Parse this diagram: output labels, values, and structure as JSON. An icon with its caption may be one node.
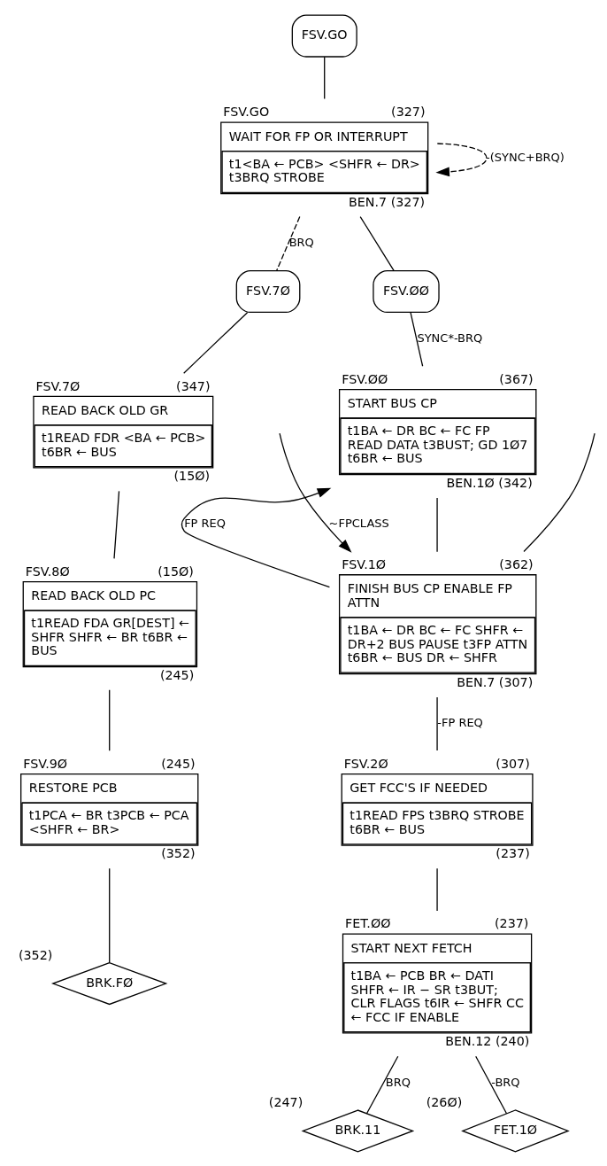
{
  "diagram": {
    "nodes": [
      {
        "text": [
          "FSV.GO"
        ]
      },
      {
        "text": [
          "WAIT FOR FP OR INTERRUPT",
          "t1<BA ← PCB> <SHFR ← DR> t3BRQ STROBE"
        ],
        "beside": [
          "FSV.GO",
          "(327)",
          "BEN.7 (327)"
        ]
      },
      {
        "text": [
          "FSV.ØØ"
        ]
      },
      {
        "text": [
          "FSV.7Ø"
        ]
      },
      {
        "text": [
          "START BUS CP",
          "t1BA ← DR BC ← FC FP READ DATA t3BUST; GD 1Ø7 t6BR ← BUS"
        ],
        "beside": [
          "FSV.ØØ",
          "(367)",
          "BEN.1Ø (342)"
        ]
      },
      {
        "text": [
          "FINISH BUS CP ENABLE FP ATTN",
          "t1BA ← DR BC ← FC SHFR ← DR+2 BUS PAUSE t3FP ATTN t6BR ← BUS DR ← SHFR"
        ],
        "beside": [
          "FSV.1Ø",
          "(362)",
          "BEN.7 (307)"
        ]
      },
      {
        "text": [
          "GET FCC'S IF NEEDED",
          "t1READ FPS t3BRQ STROBE t6BR ← BUS"
        ],
        "beside": [
          "FSV.2Ø",
          "(307)",
          "(237)"
        ]
      },
      {
        "text": [
          "START NEXT FETCH",
          "t1BA ← PCB BR ← DATI SHFR ← IR − SR t3BUT; CLR FLAGS t6IR ← SHFR CC ← FCC IF ENABLE"
        ],
        "beside": [
          "FET.ØØ",
          "(237)",
          "BEN.12 (240)"
        ]
      },
      {
        "text": [
          "BRK.11"
        ],
        "beside": [
          "(247)"
        ]
      },
      {
        "text": [
          "FET.1Ø"
        ],
        "beside": [
          "(26Ø)"
        ]
      },
      {
        "text": [
          "READ BACK OLD GR",
          "t1READ FDR <BA ← PCB> t6BR ← BUS"
        ],
        "beside": [
          "FSV.7Ø",
          "(347)",
          "(15Ø)"
        ]
      },
      {
        "text": [
          "READ BACK OLD PC",
          "t1READ FDA GR[DEST] ← SHFR SHFR ← BR t6BR ← BUS"
        ],
        "beside": [
          "FSV.8Ø",
          "(15Ø)",
          "(245)"
        ]
      },
      {
        "text": [
          "RESTORE PCB",
          "t1PCA ← BR t3PCB ← PCA <SHFR ← BR>"
        ],
        "beside": [
          "FSV.9Ø",
          "(245)",
          "(352)"
        ]
      },
      {
        "text": [
          "BRK.FØ"
        ],
        "beside": [
          "(352)"
        ]
      }
    ],
    "edges": [
      {
        "from": 0,
        "to": 1,
        "arrow": "none"
      },
      {
        "from": 1,
        "to": 1,
        "arrow": "to",
        "label": "-(SYNC+BRQ)",
        "style": "dashed"
      },
      {
        "from": 1,
        "to": 2,
        "arrow": "none"
      },
      {
        "from": 1,
        "to": 3,
        "arrow": "none",
        "label": "BRQ",
        "style": "dashed"
      },
      {
        "from": 2,
        "to": 4,
        "arrow": "none",
        "label": "SYNC*-BRQ"
      },
      {
        "from": 4,
        "to": 5,
        "arrow": "none"
      },
      {
        "from": null,
        "to": 5,
        "arrow": "none"
      },
      {
        "from": null,
        "to": 5,
        "arrow": "to",
        "label": "~FPCLASS"
      },
      {
        "from": 5,
        "to": 4,
        "arrow": "to",
        "label": "FP REQ"
      },
      {
        "from": 5,
        "to": 6,
        "arrow": "none",
        "label": "-FP REQ"
      },
      {
        "from": 6,
        "to": 7,
        "arrow": "none"
      },
      {
        "from": 7,
        "to": 8,
        "arrow": "none",
        "label": "BRQ"
      },
      {
        "from": 7,
        "to": 9,
        "arrow": "none",
        "label": "-BRQ"
      },
      {
        "from": 3,
        "to": 10,
        "arrow": "none"
      },
      {
        "from": 10,
        "to": 11,
        "arrow": "none"
      },
      {
        "from": 11,
        "to": 12,
        "arrow": "none"
      },
      {
        "from": 12,
        "to": 13,
        "arrow": "none"
      }
    ]
  }
}
